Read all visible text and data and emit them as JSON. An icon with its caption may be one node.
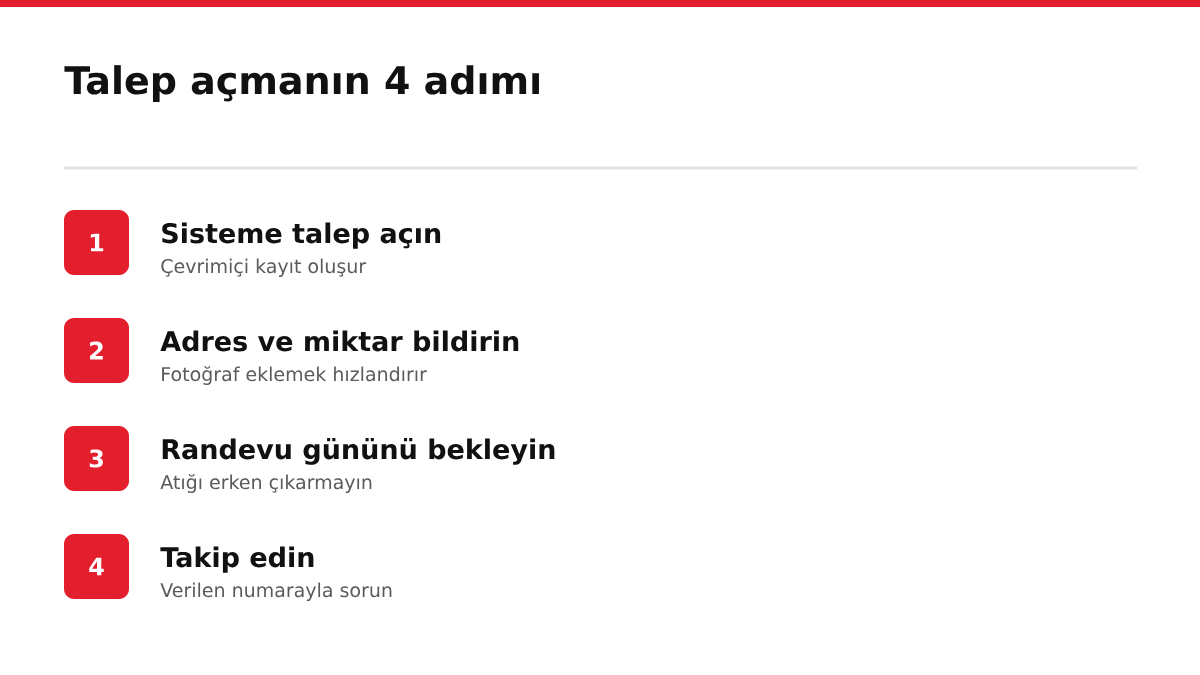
{
  "diagram": {
    "title": "Talep açmanın 4 adımı",
    "nodes": [
      {
        "text": [
          "1"
        ],
        "beside": [
          "Sisteme talep açın",
          "Çevrimiçi kayıt oluşur"
        ]
      },
      {
        "text": [
          "2"
        ],
        "beside": [
          "Adres ve miktar bildirin",
          "Fotoğraf eklemek hızlandırır"
        ]
      },
      {
        "text": [
          "3"
        ],
        "beside": [
          "Randevu gününü bekleyin",
          "Atığı erken çıkarmayın"
        ]
      },
      {
        "text": [
          "4"
        ],
        "beside": [
          "Takip edin",
          "Verilen numarayla sorun"
        ]
      }
    ]
  }
}
